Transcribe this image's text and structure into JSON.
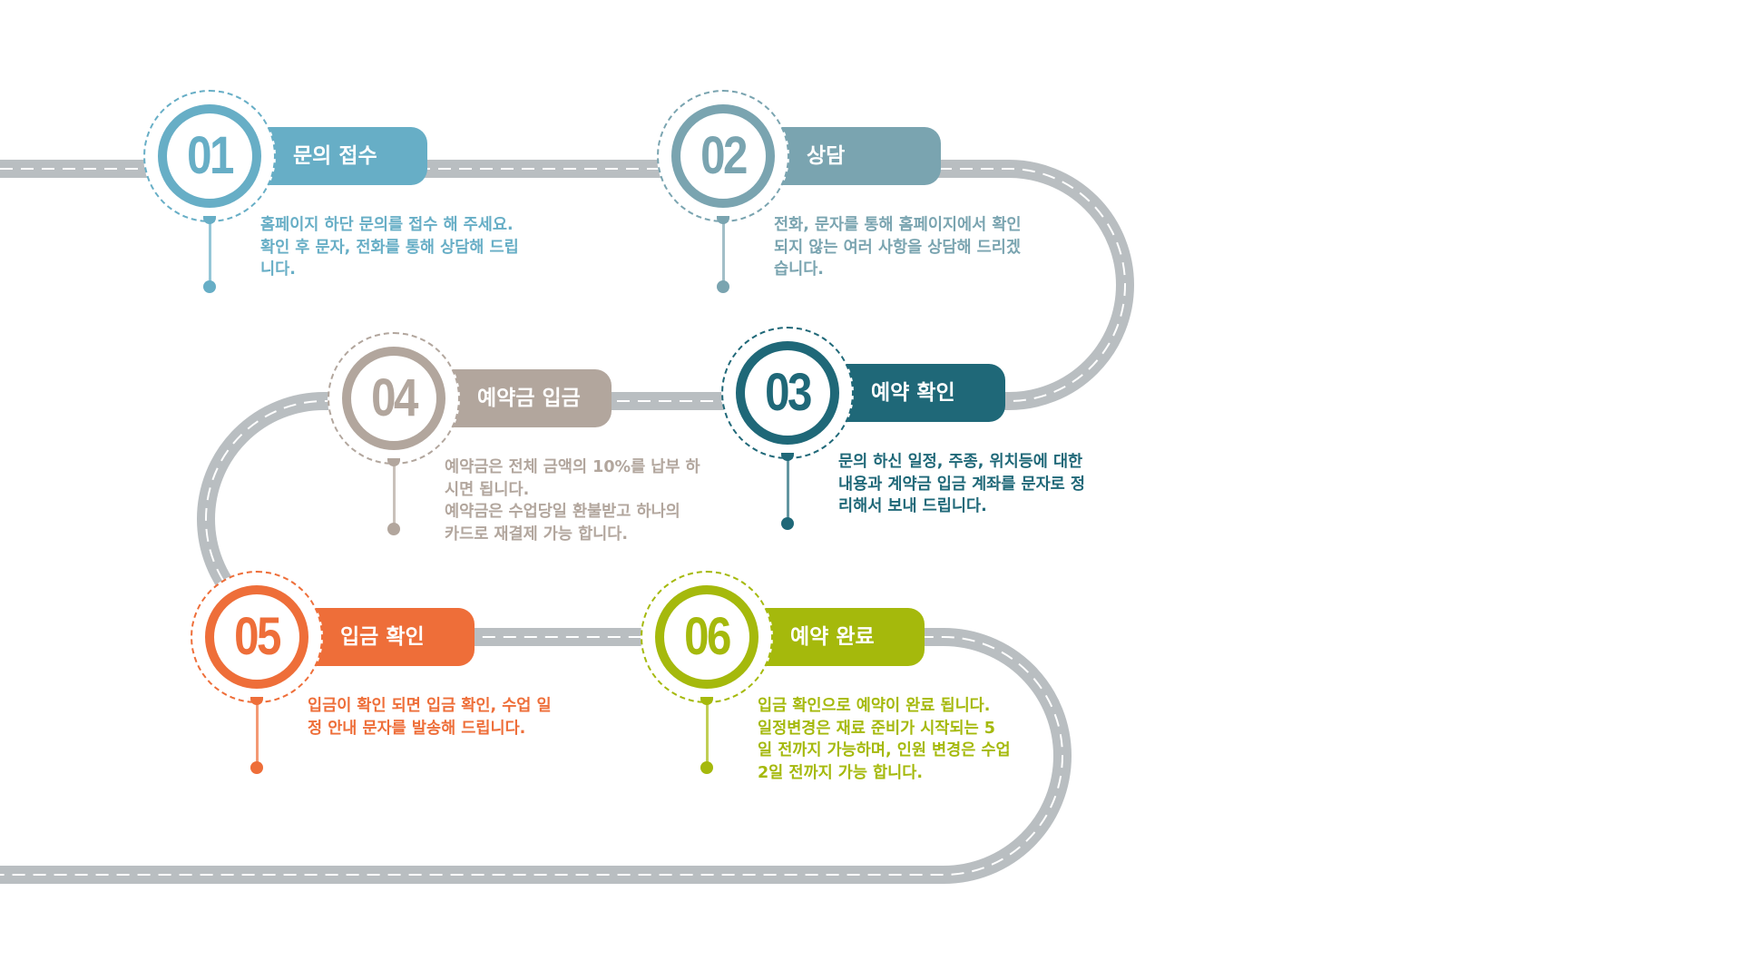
{
  "colors": {
    "road": "#b9bec1",
    "step1": "#67aec6",
    "step2": "#7aa4b0",
    "step3": "#1f6878",
    "step4": "#b2a69d",
    "step5": "#ee6e39",
    "step6": "#a5b90c"
  },
  "steps": [
    {
      "number": "01",
      "title": "문의 접수",
      "lines": [
        "홈페이지 하단  문의를 접수 해 주세요.",
        "확인 후 문자, 전화를 통해 상담해 드립",
        "니다."
      ]
    },
    {
      "number": "02",
      "title": "상담",
      "lines": [
        "전화, 문자를 통해 홈페이지에서 확인",
        "되지 않는 여러 사항을 상담해 드리겠",
        "습니다."
      ]
    },
    {
      "number": "03",
      "title": "예약 확인",
      "lines": [
        "문의 하신 일정, 주종, 위치등에 대한",
        "내용과 계약금 입금 계좌를 문자로 정",
        "리해서 보내 드립니다."
      ]
    },
    {
      "number": "04",
      "title": "예약금 입금",
      "lines": [
        "예약금은 전체 금액의 10%를 납부 하",
        "시면 됩니다.",
        "예약금은 수업당일 환불받고 하나의",
        "카드로 재결제 가능 합니다."
      ]
    },
    {
      "number": "05",
      "title": "입금 확인",
      "lines": [
        "입금이 확인 되면 입금 확인, 수업 일",
        "정 안내 문자를 발송해 드립니다."
      ]
    },
    {
      "number": "06",
      "title": "예약 완료",
      "lines": [
        "입금 확인으로 예약이 완료 됩니다.",
        "일정변경은 재료 준비가 시작되는 5",
        "일 전까지 가능하며, 인원 변경은 수업",
        "2일 전까지 가능 합니다."
      ]
    }
  ]
}
